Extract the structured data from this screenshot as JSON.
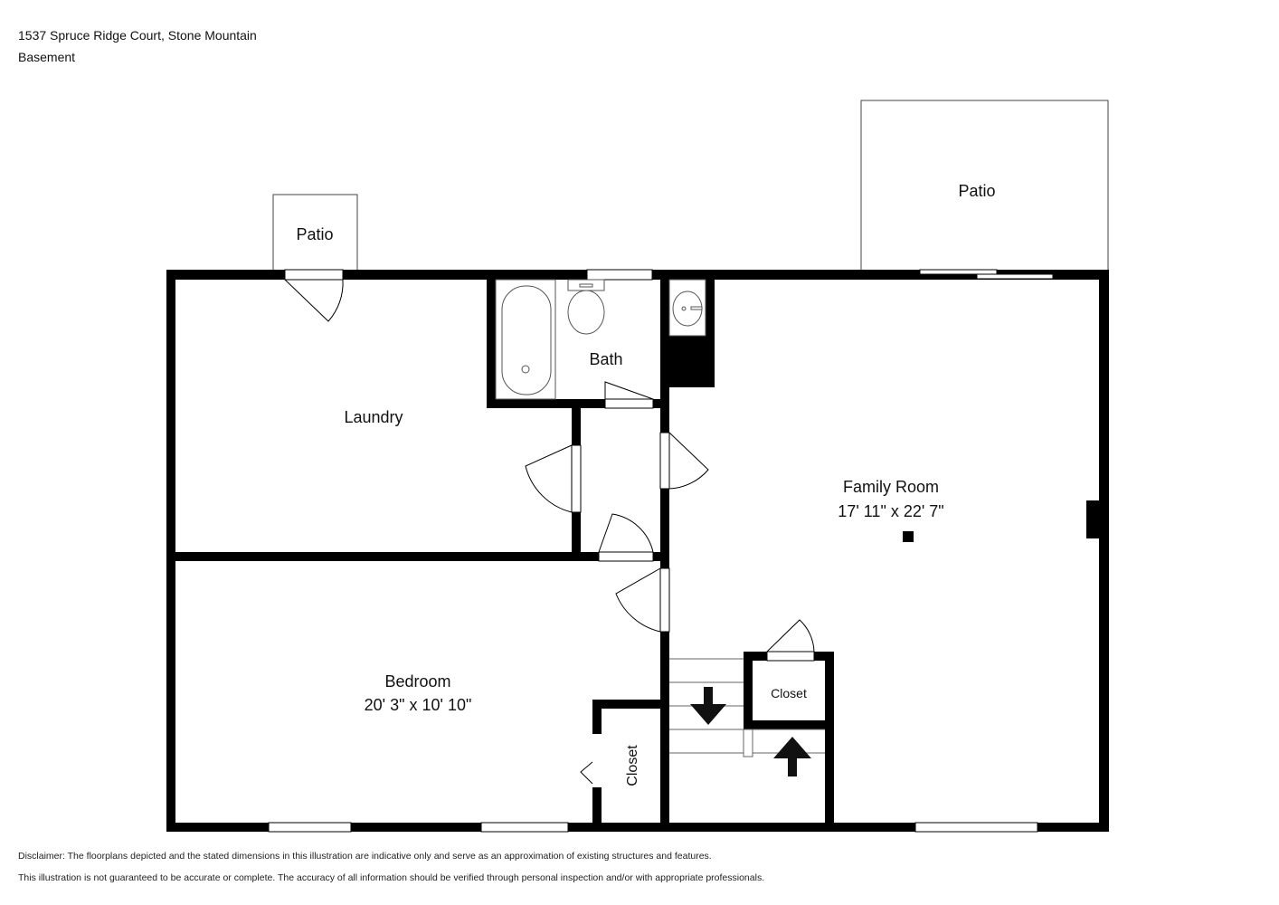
{
  "header": {
    "address": "1537 Spruce Ridge Court, Stone Mountain",
    "level": "Basement"
  },
  "rooms": {
    "patio_left": {
      "name": "Patio"
    },
    "patio_right": {
      "name": "Patio"
    },
    "laundry": {
      "name": "Laundry"
    },
    "bath": {
      "name": "Bath"
    },
    "family_room": {
      "name": "Family Room",
      "dimensions": "17' 11\" x 22' 7\""
    },
    "bedroom": {
      "name": "Bedroom",
      "dimensions": "20' 3\" x 10' 10\""
    },
    "closet_stairs": {
      "name": "Closet"
    },
    "closet_bedroom": {
      "name": "Closet"
    }
  },
  "disclaimer": {
    "line1": "Disclaimer: The floorplans depicted and the stated dimensions in this illustration are indicative only and serve as an approximation of existing structures and features.",
    "line2": "This illustration is not guaranteed to be accurate or complete. The accuracy of all information should be verified through personal inspection and/or with appropriate professionals."
  }
}
